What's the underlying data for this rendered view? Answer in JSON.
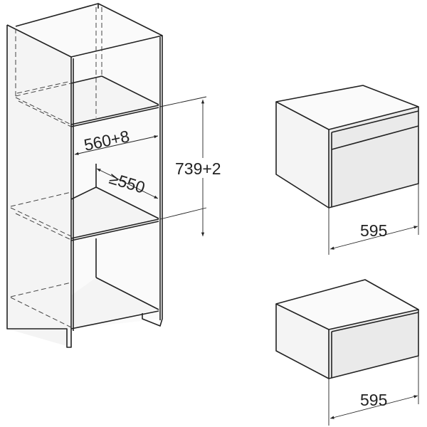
{
  "cabinet": {
    "niche_width_label": "560+8",
    "niche_depth_label": "≥550",
    "niche_height_label": "739+2"
  },
  "appliance_top": {
    "width_label": "595"
  },
  "appliance_bottom": {
    "width_label": "595"
  }
}
